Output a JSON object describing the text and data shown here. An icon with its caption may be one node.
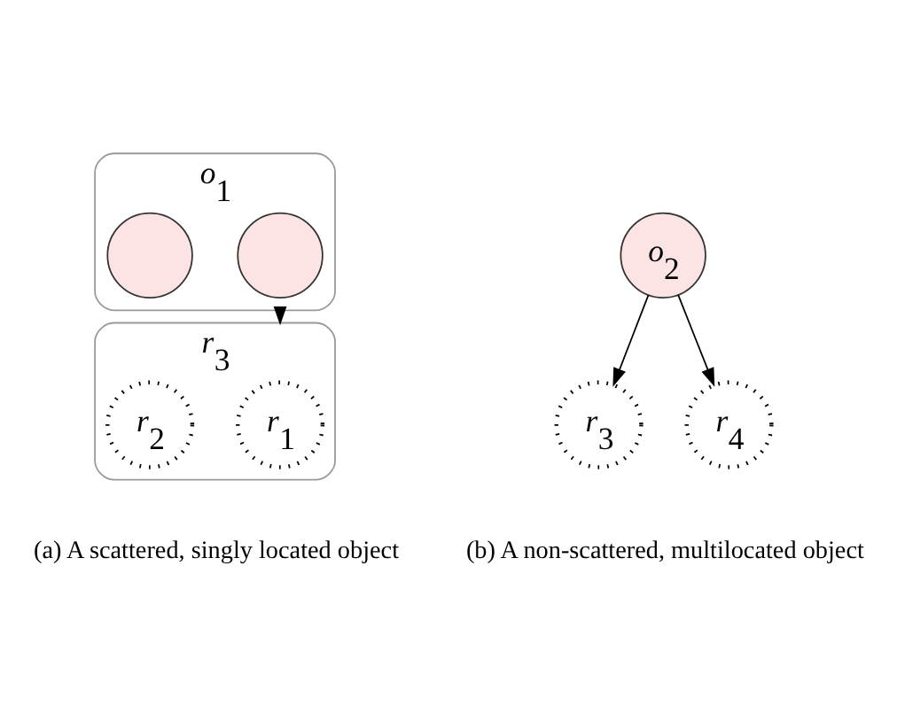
{
  "diagram": {
    "nodes": [
      {
        "text": [
          "*o*$_{1}$"
        ]
      },
      {
        "text": [],
        "shape": "circle",
        "in": 0
      },
      {
        "text": [],
        "shape": "circle",
        "in": 0
      },
      {
        "text": [
          "*r*$_{3}$"
        ]
      },
      {
        "text": [
          "*r*$_{1}$"
        ],
        "in": 3
      },
      {
        "text": [
          "*r*$_{2}$"
        ],
        "in": 3
      },
      {
        "text": [
          "*o*$_{2}$"
        ]
      },
      {
        "text": [
          "*r*$_{3}$"
        ]
      },
      {
        "text": [
          "*r*$_{4}$"
        ]
      }
    ],
    "edges": [
      {
        "from": 0,
        "to": 3,
        "arrow": "to"
      },
      {
        "from": 6,
        "to": 7,
        "arrow": "to"
      },
      {
        "from": 6,
        "to": 8,
        "arrow": "to"
      }
    ],
    "labels": [
      "(a) A scattered, singly located object",
      "(b) A non-scattered, multilocated object"
    ]
  }
}
